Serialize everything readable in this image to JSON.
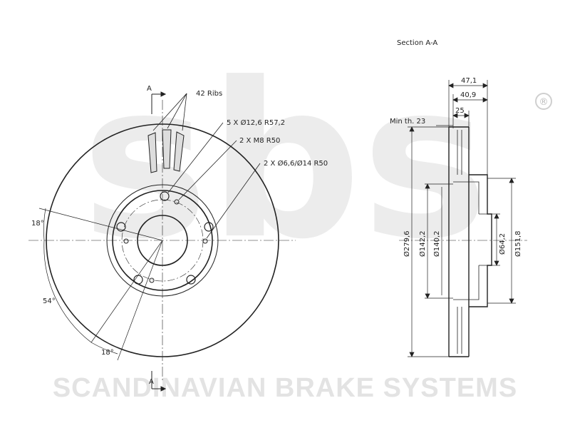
{
  "watermark": {
    "logo_text": "sbs",
    "brand": "SCANDINAVIAN BRAKE SYSTEMS",
    "registered": "®"
  },
  "front_view": {
    "section_marker_top": "A",
    "section_marker_bottom": "A",
    "ribs": "42 Ribs",
    "callouts": [
      "5 X Ø12,6   R57,2",
      "2 X M8   R50",
      "2 X Ø6,6/Ø14   R50"
    ],
    "angles": [
      "18°",
      "54°",
      "18°"
    ]
  },
  "section_view": {
    "title": "Section A-A",
    "min_thickness": "Min th. 23",
    "dims_horizontal": [
      "47,1",
      "40,9",
      "25"
    ],
    "dims_vertical": [
      "Ø279,6",
      "Ø142,2",
      "Ø140,2",
      "Ø64,2",
      "Ø151,8"
    ]
  }
}
